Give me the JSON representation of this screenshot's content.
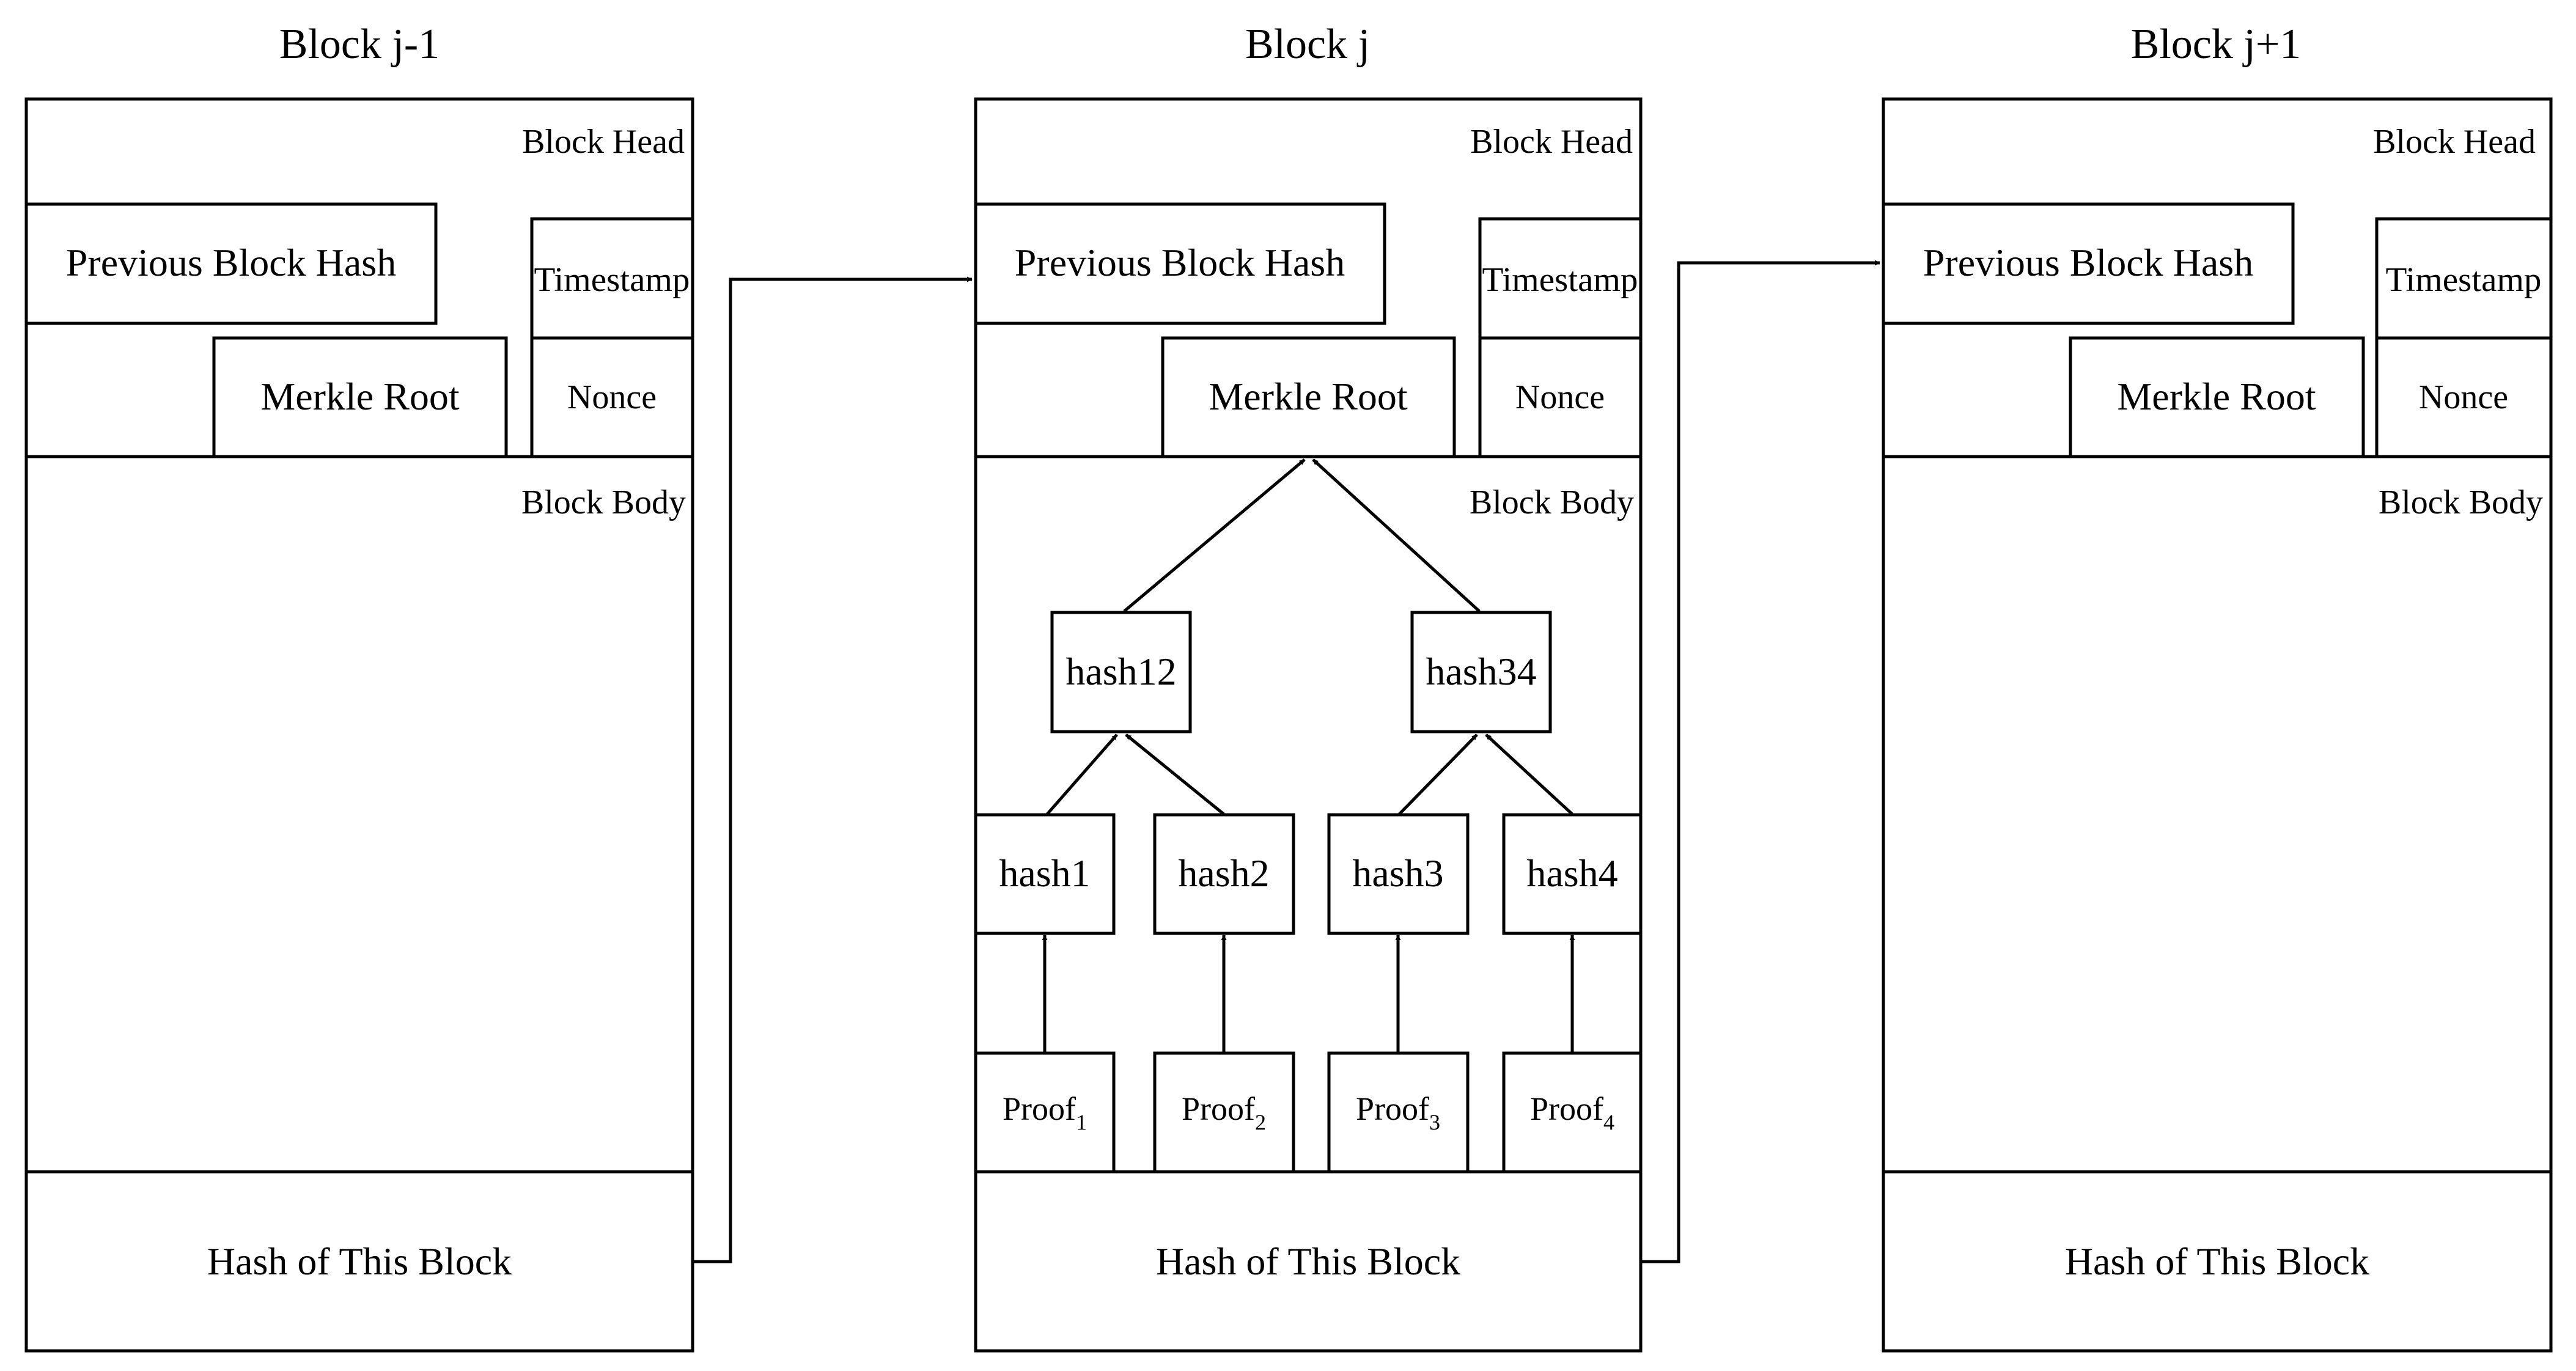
{
  "blocks": [
    {
      "title": "Block j-1",
      "head_label": "Block Head",
      "prev_hash": "Previous Block Hash",
      "timestamp": "Timestamp",
      "merkle_root": "Merkle Root",
      "nonce": "Nonce",
      "body_label": "Block Body",
      "hash_label": "Hash of This Block"
    },
    {
      "title": "Block j",
      "head_label": "Block Head",
      "prev_hash": "Previous Block Hash",
      "timestamp": "Timestamp",
      "merkle_root": "Merkle Root",
      "nonce": "Nonce",
      "body_label": "Block Body",
      "hash_label": "Hash of This Block"
    },
    {
      "title": "Block j+1",
      "head_label": "Block Head",
      "prev_hash": "Previous Block Hash",
      "timestamp": "Timestamp",
      "merkle_root": "Merkle Root",
      "nonce": "Nonce",
      "body_label": "Block Body",
      "hash_label": "Hash of This Block"
    }
  ],
  "merkle": {
    "level1": [
      "hash12",
      "hash34"
    ],
    "level2": [
      "hash1",
      "hash2",
      "hash3",
      "hash4"
    ],
    "proofs": [
      {
        "base": "Proof",
        "sub": "1"
      },
      {
        "base": "Proof",
        "sub": "2"
      },
      {
        "base": "Proof",
        "sub": "3"
      },
      {
        "base": "Proof",
        "sub": "4"
      }
    ]
  }
}
